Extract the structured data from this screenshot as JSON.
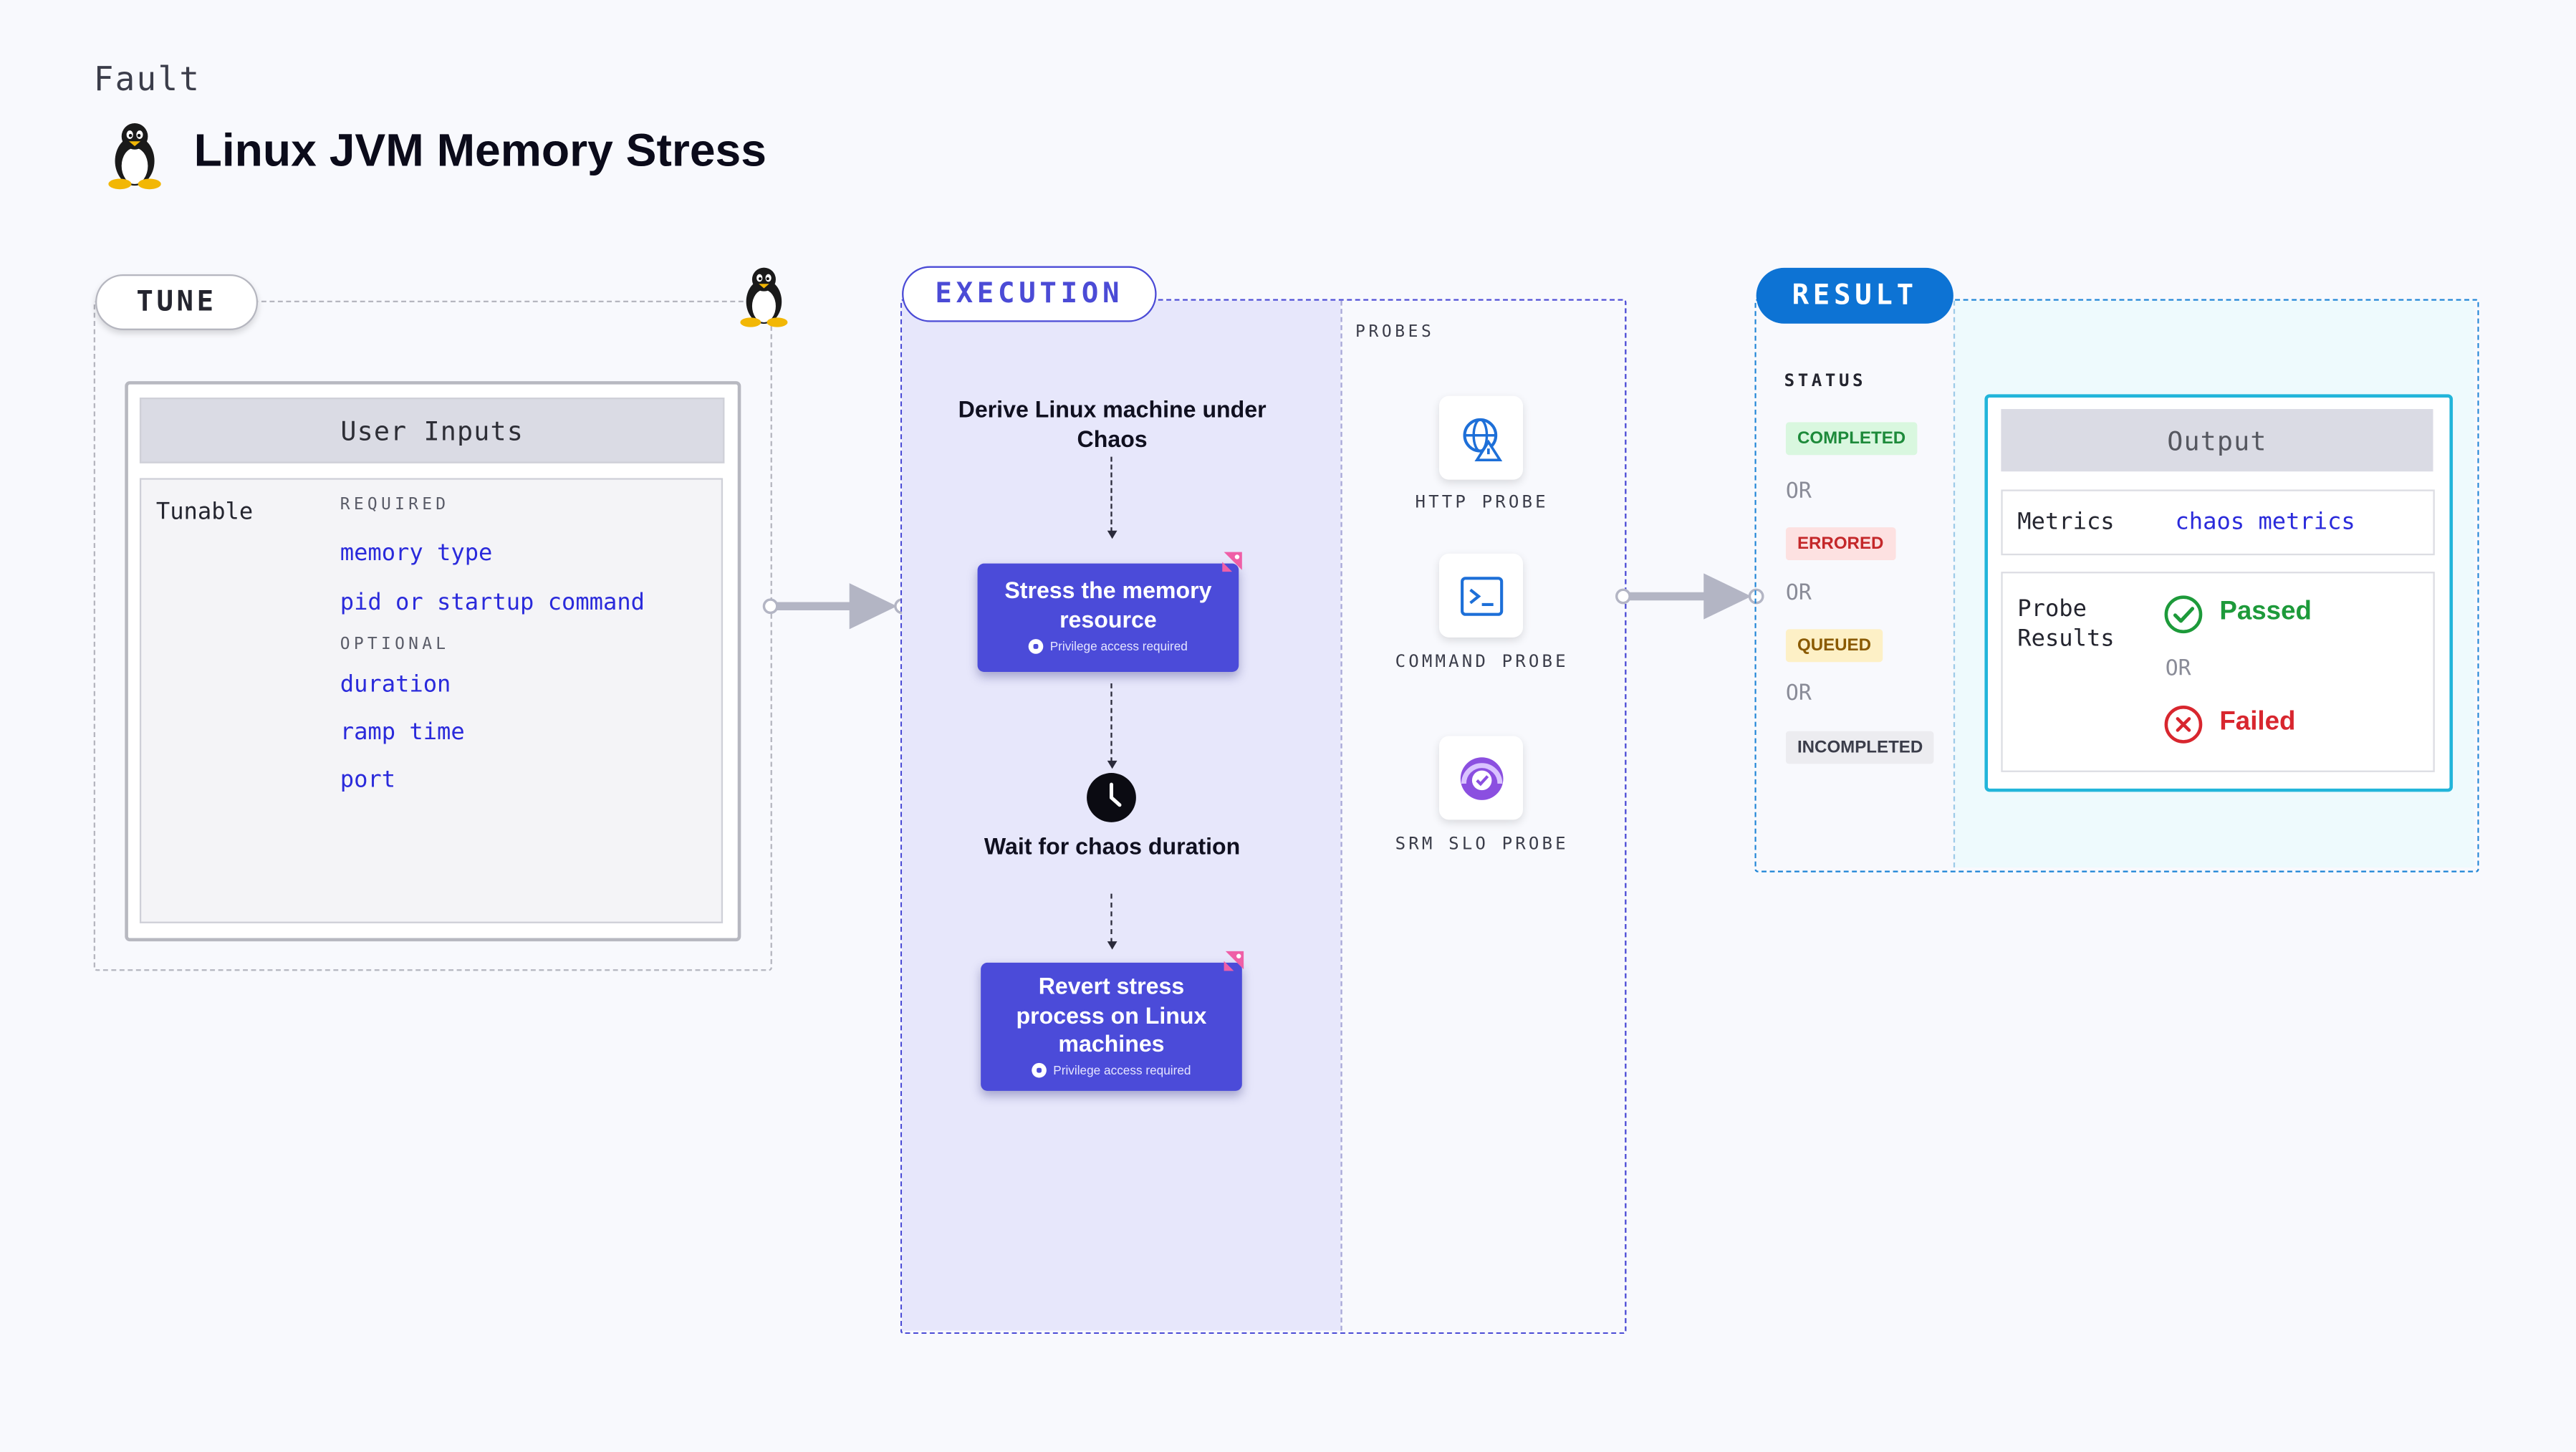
{
  "header": {
    "kind_label": "Fault",
    "title": "Linux JVM Memory Stress",
    "title_icon": "linux-tux-icon"
  },
  "tune": {
    "pill_label": "TUNE",
    "icon": "linux-tux-icon",
    "card_title": "User Inputs",
    "row_label": "Tunable",
    "required_label": "REQUIRED",
    "required": [
      "memory type",
      "pid or startup command"
    ],
    "optional_label": "OPTIONAL",
    "optional": [
      "duration",
      "ramp time",
      "port"
    ]
  },
  "execution": {
    "pill_label": "EXECUTION",
    "steps": [
      {
        "text": "Derive Linux machine under Chaos"
      },
      {
        "title": "Stress the memory resource",
        "note": "Privilege access required"
      },
      {
        "text": "Wait for chaos duration",
        "icon": "clock-icon"
      },
      {
        "title": "Revert stress process on Linux machines",
        "note": "Privilege access required"
      }
    ],
    "probes_label": "PROBES",
    "probes": [
      {
        "label": "HTTP PROBE",
        "icon": "http-globe-icon"
      },
      {
        "label": "COMMAND PROBE",
        "icon": "terminal-icon"
      },
      {
        "label": "SRM SLO PROBE",
        "icon": "slo-gauge-icon"
      }
    ]
  },
  "result": {
    "pill_label": "RESULT",
    "status_label": "STATUS",
    "statuses": [
      {
        "label": "COMPLETED",
        "color": "#1d8a3a",
        "bg": "#d9f7df"
      },
      {
        "label": "ERRORED",
        "color": "#c4282a",
        "bg": "#fde1e1"
      },
      {
        "label": "QUEUED",
        "color": "#8a5a00",
        "bg": "#fdf0c6"
      },
      {
        "label": "INCOMPLETED",
        "color": "#3b3d4a",
        "bg": "#ececf0"
      }
    ],
    "or_text": "OR",
    "output": {
      "title": "Output",
      "metrics_label": "Metrics",
      "metrics_value": "chaos metrics",
      "probe_results_label": "Probe Results",
      "passed": "Passed",
      "failed": "Failed",
      "or_text": "OR"
    }
  },
  "colors": {
    "execution_accent": "#4b4bd6",
    "result_accent": "#0d73d4",
    "passed_green": "#1d9a3a",
    "failed_red": "#d8262e"
  }
}
